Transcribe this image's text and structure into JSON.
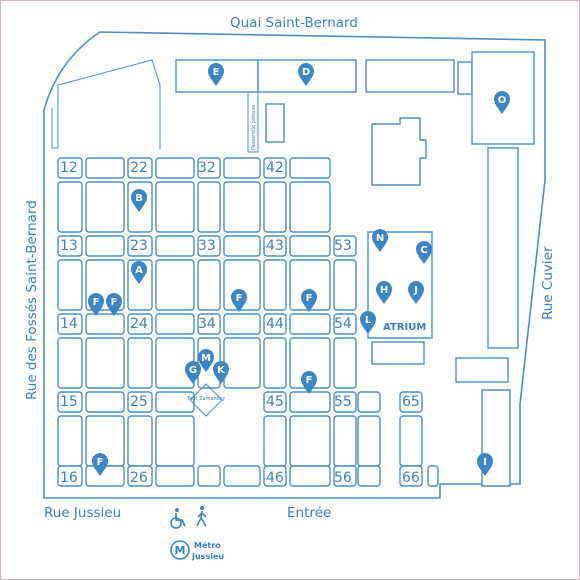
{
  "streets": {
    "north": "Quai Saint-Bernard",
    "west": "Rue des Fossés Saint-Bernard",
    "east": "Rue Cuvier",
    "south": "Rue Jussieu"
  },
  "entrance_label": "Entrée",
  "atrium_label": "ATRIUM",
  "footbridge_label": "Passerelle piétons",
  "tower_label": "Tour Zamansky",
  "metro": {
    "line1": "Métro",
    "line2": "Jussieu"
  },
  "access_icons": [
    "wheelchair-icon",
    "pedestrian-icon"
  ],
  "tower_numbers": [
    "12",
    "22",
    "32",
    "42",
    "13",
    "23",
    "33",
    "43",
    "53",
    "14",
    "24",
    "34",
    "44",
    "54",
    "15",
    "25",
    "45",
    "55",
    "65",
    "16",
    "26",
    "46",
    "56",
    "66"
  ],
  "markers": [
    "E",
    "D",
    "O",
    "B",
    "N",
    "C",
    "A",
    "F",
    "F",
    "H",
    "J",
    "F",
    "F",
    "L",
    "G",
    "M",
    "K",
    "F",
    "F",
    "I"
  ],
  "colors": {
    "line": "#4a90c8",
    "marker": "#3d86c6",
    "text": "#3b82c4",
    "border": "#d8b7c3"
  }
}
